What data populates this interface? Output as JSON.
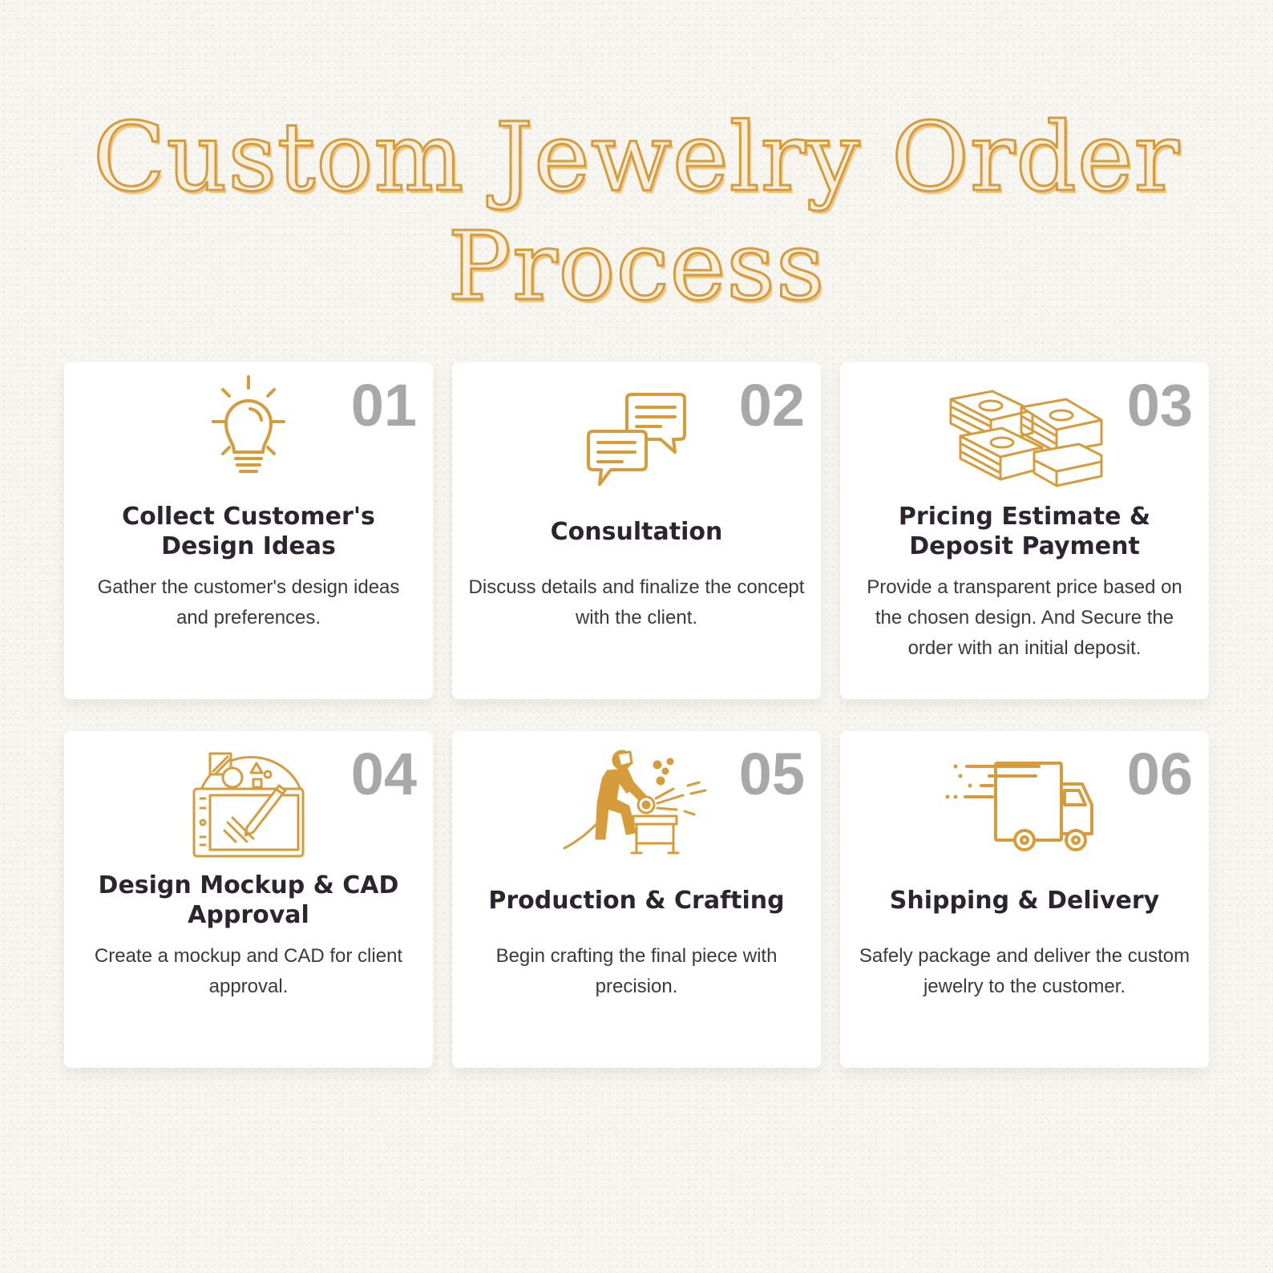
{
  "title": {
    "line1": "Custom Jewelry Order",
    "line2": "Process"
  },
  "colors": {
    "accent": "#d69c3c",
    "number": "#a8a8a8",
    "heading": "#2c2530",
    "text": "#3a3a3a",
    "background": "#f6f5f0"
  },
  "steps": [
    {
      "number": "01",
      "icon": "lightbulb-icon",
      "title": "Collect Customer's Design Ideas",
      "description": "Gather the customer's design ideas and preferences."
    },
    {
      "number": "02",
      "icon": "chat-bubbles-icon",
      "title": "Consultation",
      "description": "Discuss details and finalize the concept with the client."
    },
    {
      "number": "03",
      "icon": "money-stack-icon",
      "title": "Pricing Estimate & Deposit Payment",
      "description": "Provide a transparent price based on the chosen design. And Secure the order with an initial deposit."
    },
    {
      "number": "04",
      "icon": "design-tablet-icon",
      "title": "Design Mockup & CAD Approval",
      "description": "Create a mockup and CAD for client approval."
    },
    {
      "number": "05",
      "icon": "craftsman-grinder-icon",
      "title": "Production & Crafting",
      "description": "Begin crafting the final piece with precision."
    },
    {
      "number": "06",
      "icon": "delivery-truck-icon",
      "title": "Shipping & Delivery",
      "description": "Safely package and deliver the custom jewelry to the customer."
    }
  ]
}
